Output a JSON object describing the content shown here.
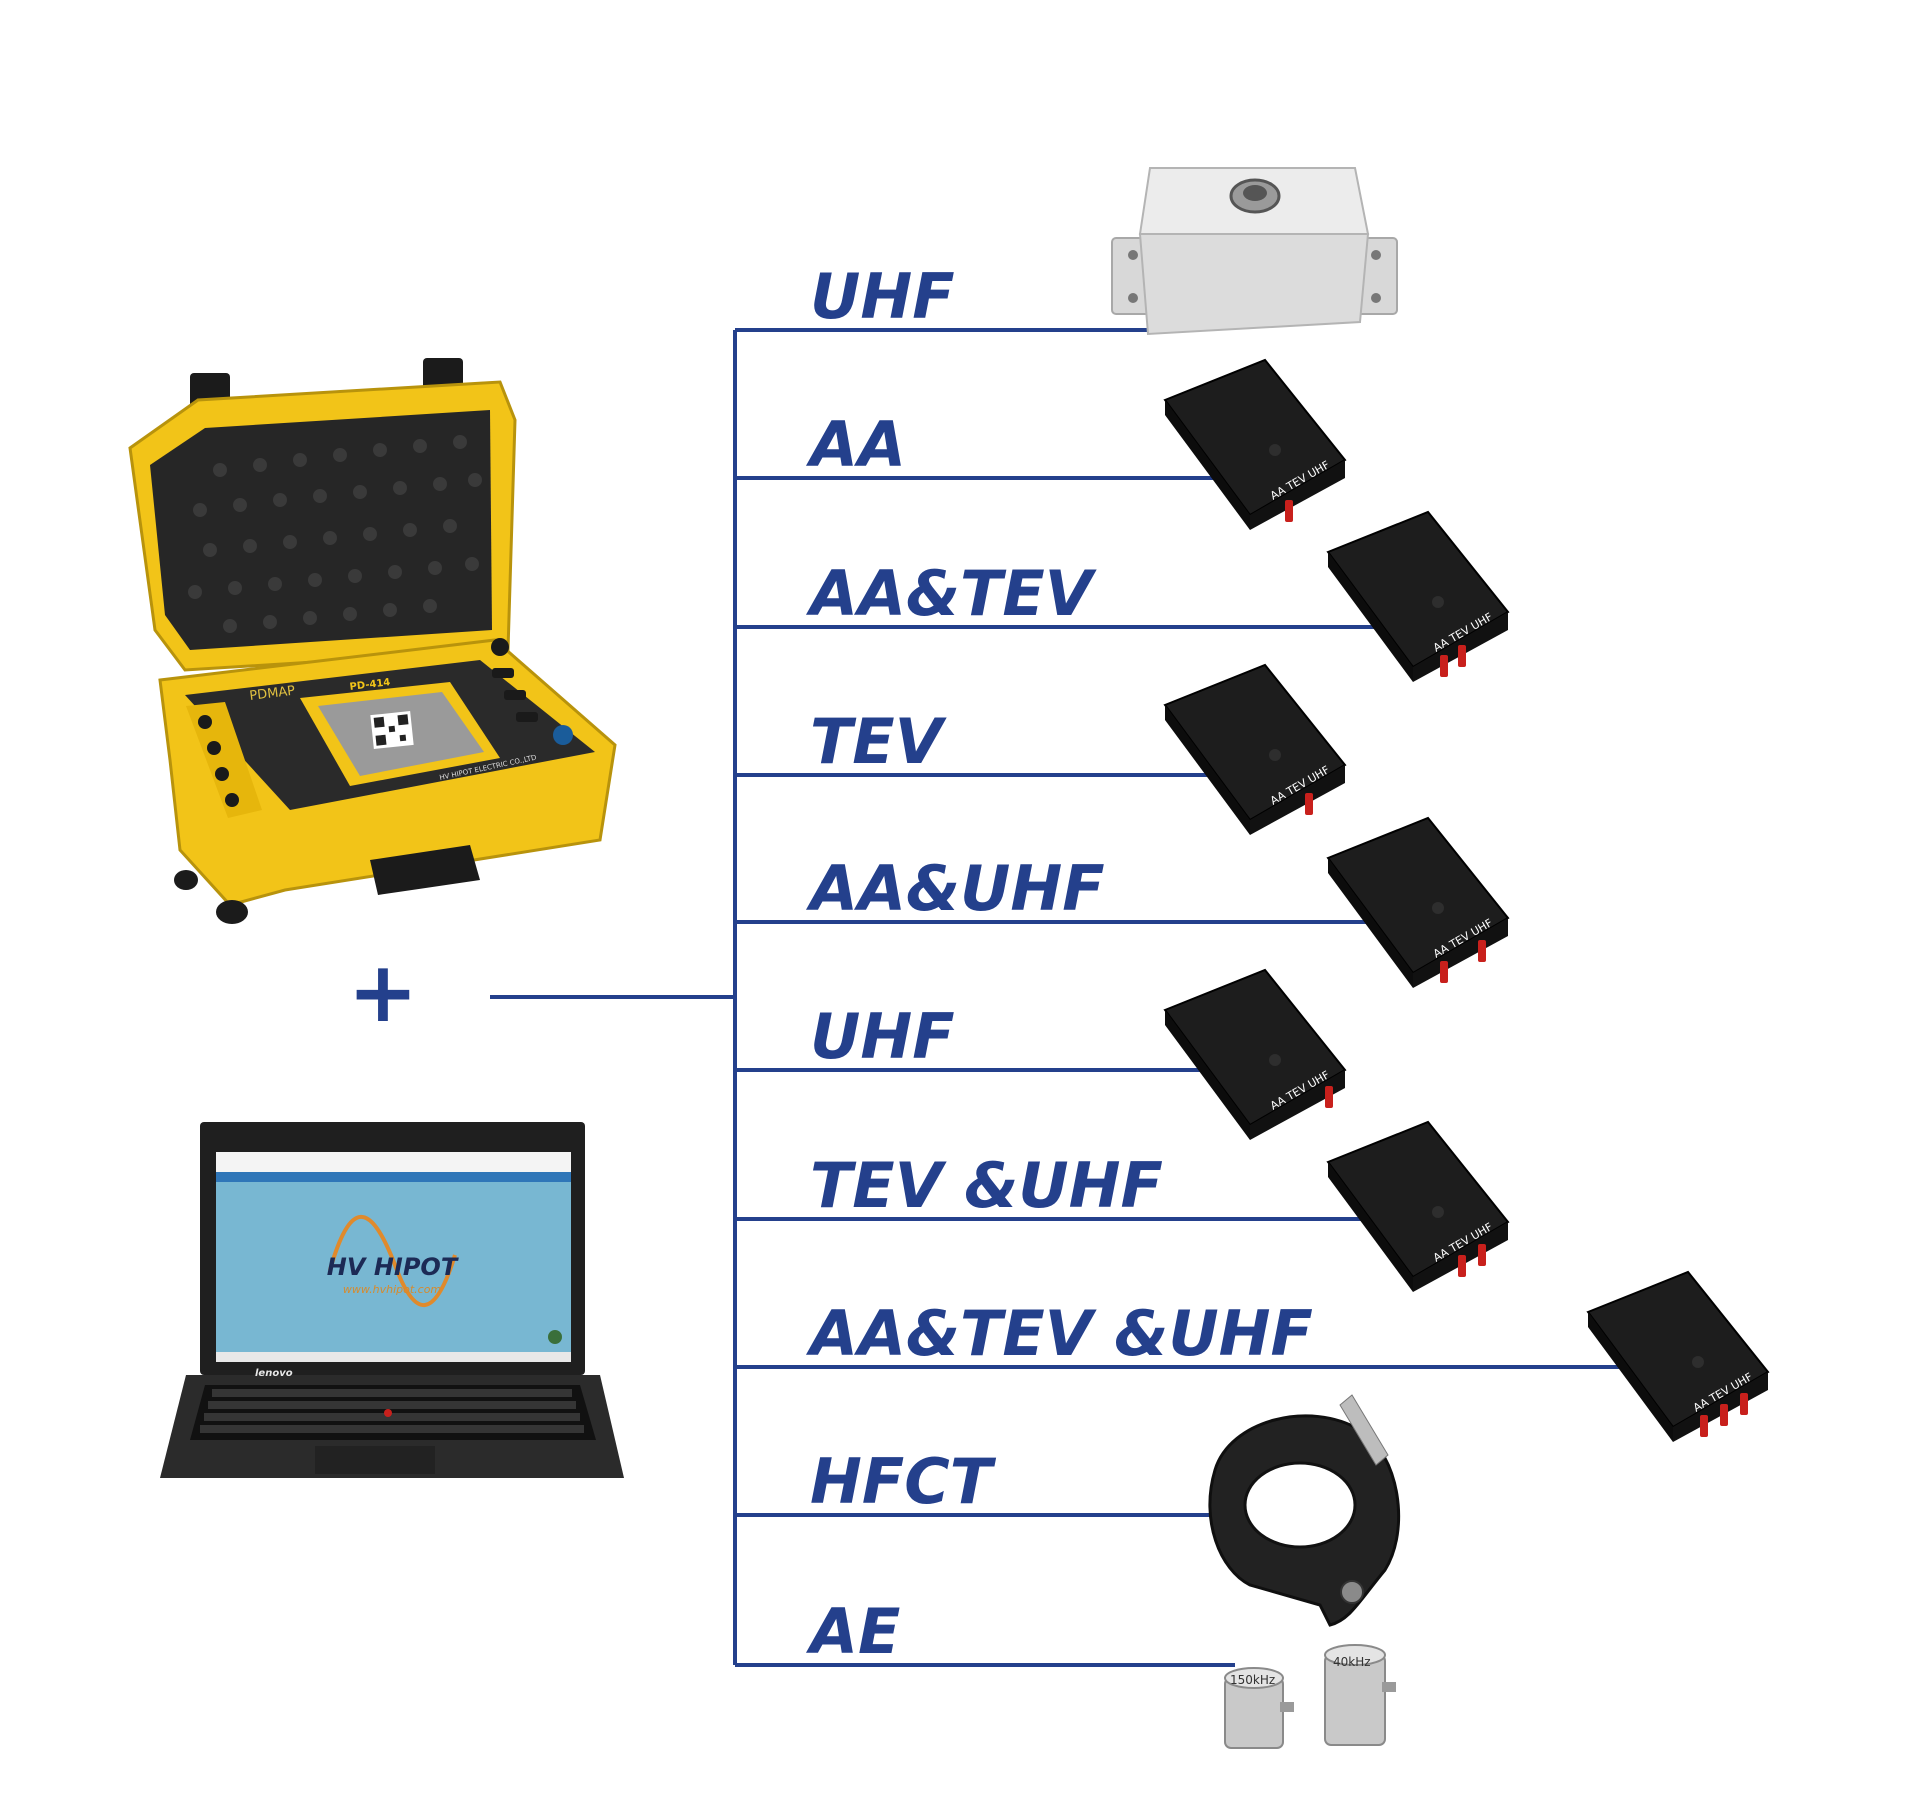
{
  "colors": {
    "line": "#24408c",
    "label": "#24408c",
    "case_yellow": "#f2c418",
    "module_black": "#1a1a1a",
    "connector_red": "#c8201c"
  },
  "plus_symbol": "+",
  "branches": [
    {
      "label": "UHF",
      "device": "uhf-antenna-box"
    },
    {
      "label": "AA",
      "device": "sensor-module"
    },
    {
      "label": "AA&TEV",
      "device": "sensor-module"
    },
    {
      "label": "TEV",
      "device": "sensor-module"
    },
    {
      "label": "AA&UHF",
      "device": "sensor-module"
    },
    {
      "label": "UHF",
      "device": "sensor-module"
    },
    {
      "label": "TEV &UHF",
      "device": "sensor-module"
    },
    {
      "label": "AA&TEV &UHF",
      "device": "sensor-module"
    },
    {
      "label": "HFCT",
      "device": "hfct-clamp"
    },
    {
      "label": "AE",
      "device": "ae-sensors"
    }
  ],
  "module_port_labels": [
    "AA",
    "TEV",
    "UHF"
  ],
  "ae_sensors": [
    "150kHz",
    "40kHz"
  ],
  "instrument": {
    "brand": "PDMAP",
    "model": "PD-414",
    "maker": "HV HIPOT ELECTRIC CO.,LTD"
  },
  "laptop": {
    "software_brand": "HV HIPOT",
    "software_sub": "www.hvhipot.com",
    "maker": "lenovo"
  }
}
